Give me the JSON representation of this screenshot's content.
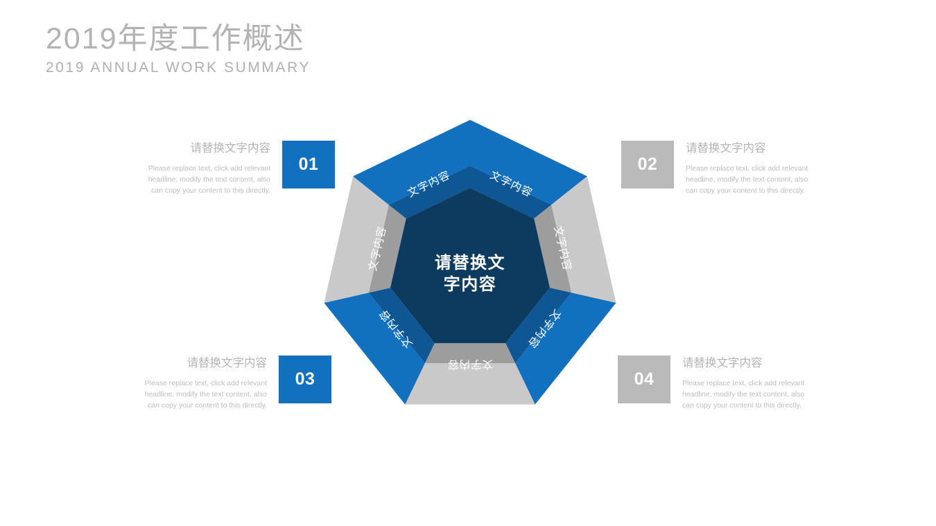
{
  "header": {
    "title_cn": "2019年度工作概述",
    "title_en": "2019 ANNUAL WORK SUMMARY"
  },
  "items": [
    {
      "number": "01",
      "side": "left",
      "color_name": "blue",
      "accent": "#1370be",
      "heading": "请替换文字内容",
      "body": "Please replace text, click add relevant headline, modify the text content, also can copy your content to this directly."
    },
    {
      "number": "02",
      "side": "right",
      "color_name": "gray",
      "accent": "#b9b9b9",
      "heading": "请替换文字内容",
      "body": "Please replace text, click add relevant headline, modify the text content, also can copy your content to this directly."
    },
    {
      "number": "03",
      "side": "left",
      "color_name": "blue",
      "accent": "#1370be",
      "heading": "请替换文字内容",
      "body": "Please replace text, click add relevant headline, modify the text content, also can copy your content to this directly."
    },
    {
      "number": "04",
      "side": "right",
      "color_name": "gray",
      "accent": "#b9b9b9",
      "heading": "请替换文字内容",
      "body": "Please replace text, click add relevant headline, modify the text content, also can copy your content to this directly."
    }
  ],
  "diagram": {
    "type": "heptagon-3d-ring",
    "sides": 7,
    "center_label": "请替换文字内容",
    "center_label_lines": [
      "请替换文",
      "字内容"
    ],
    "center_fill": "#0d3a5f",
    "segments": [
      {
        "index": 0,
        "label": "文字内容",
        "color_name": "blue",
        "top": "#1370be",
        "wall": "#0d5ea4"
      },
      {
        "index": 1,
        "label": "文字内容",
        "color_name": "gray",
        "top": "#c9c9c9",
        "wall": "#9b9b9b"
      },
      {
        "index": 2,
        "label": "文字内容",
        "color_name": "blue",
        "top": "#1370be",
        "wall": "#0d5ea4"
      },
      {
        "index": 3,
        "label": "文字内容",
        "color_name": "gray",
        "top": "#c9c9c9",
        "wall": "#9b9b9b"
      },
      {
        "index": 4,
        "label": "文字内容",
        "color_name": "blue",
        "top": "#1370be",
        "wall": "#0d5ea4"
      },
      {
        "index": 5,
        "label": "文字内容",
        "color_name": "gray",
        "top": "#c9c9c9",
        "wall": "#9b9b9b"
      },
      {
        "index": 6,
        "label": "文字内容",
        "color_name": "blue",
        "top": "#1370be",
        "wall": "#0d5ea4"
      }
    ]
  }
}
